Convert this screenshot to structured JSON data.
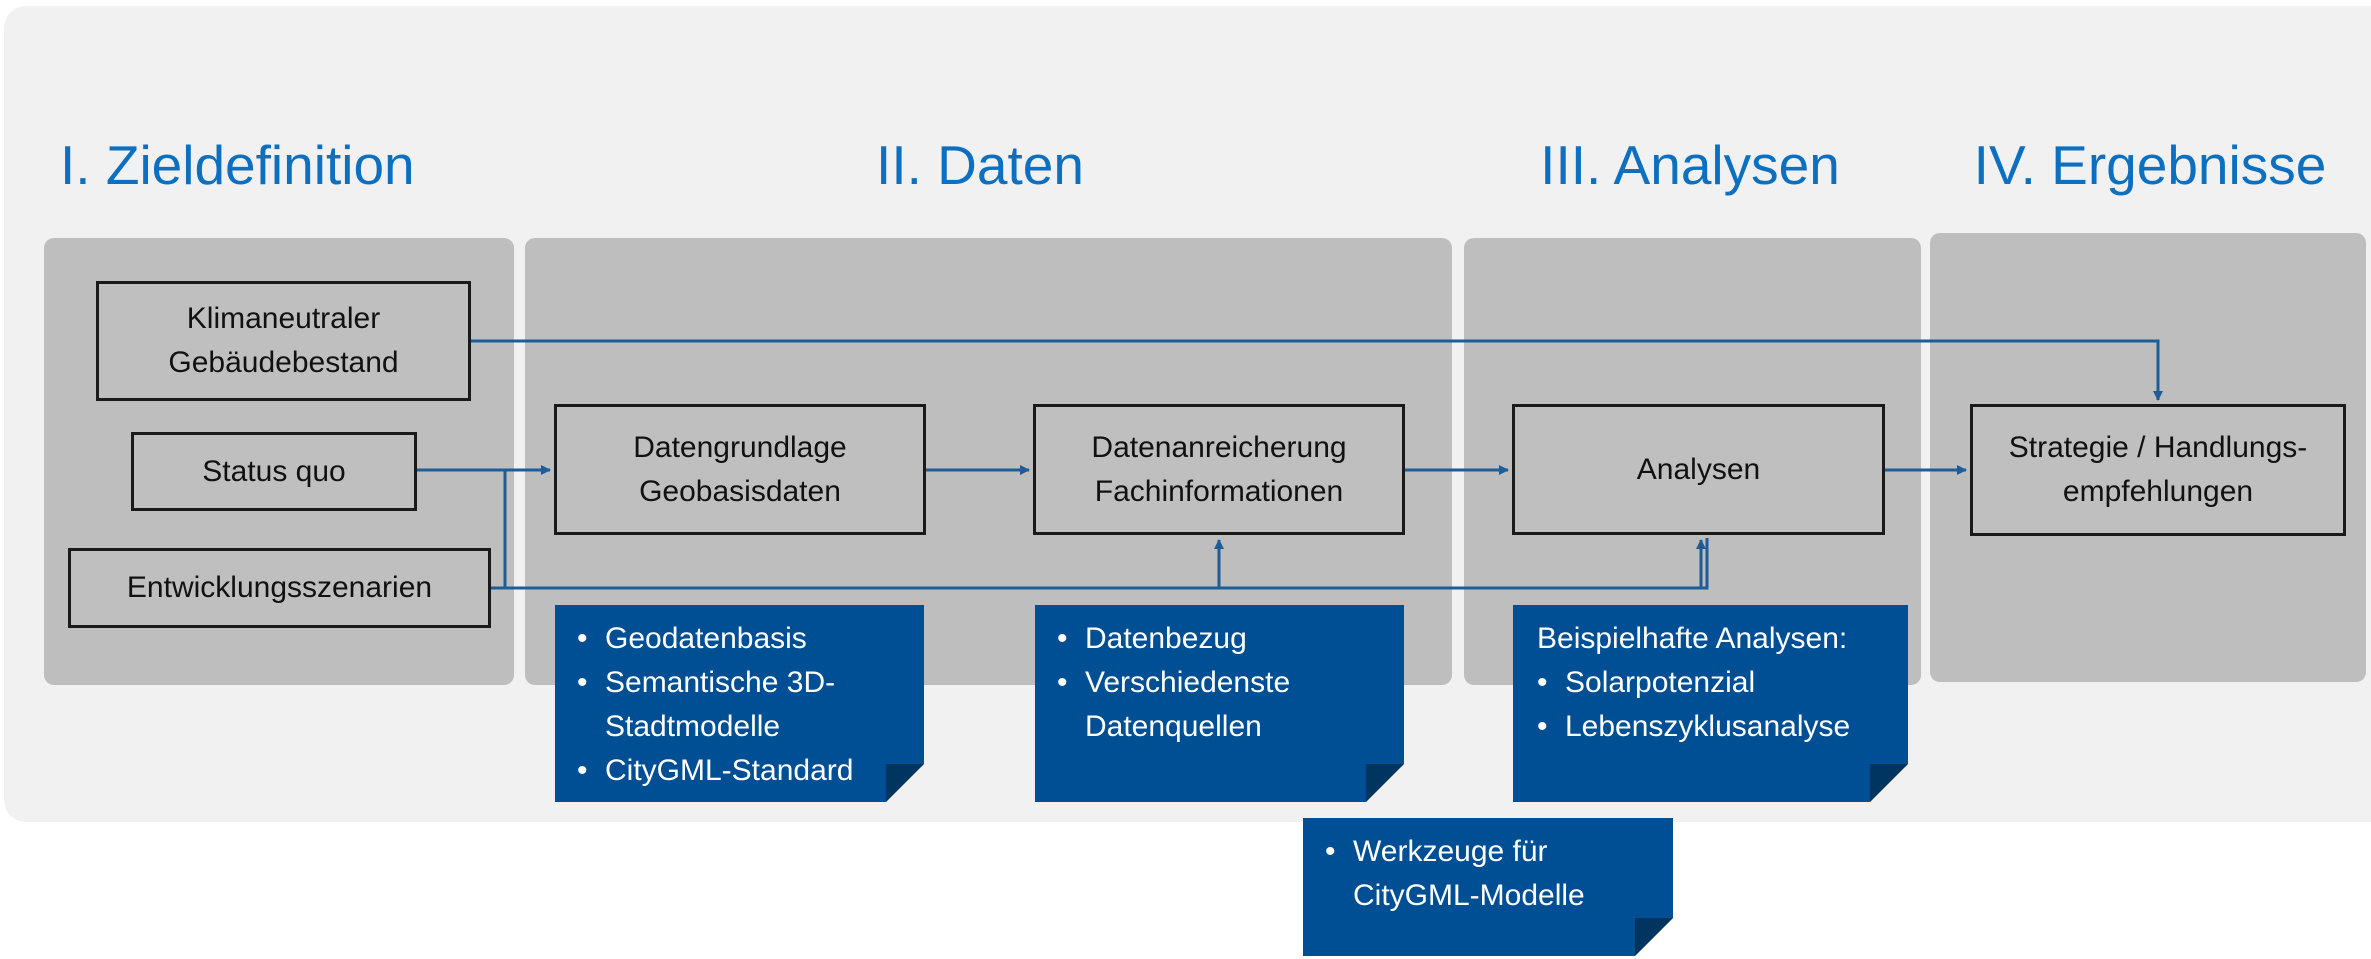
{
  "headings": {
    "zieldefinition": "I. Zieldefinition",
    "daten": "II. Daten",
    "analysen": "III. Analysen",
    "ergebnisse": "IV. Ergebnisse"
  },
  "boxes": {
    "klimaneutral": [
      "Klimaneutraler",
      "Gebäudebestand"
    ],
    "status_quo": [
      "Status quo"
    ],
    "entwicklung": [
      "Entwicklungsszenarien"
    ],
    "datengrundlage": [
      "Datengrundlage",
      "Geobasisdaten"
    ],
    "datenanreicherung": [
      "Datenanreicherung",
      "Fachinformationen"
    ],
    "analysen": [
      "Analysen"
    ],
    "strategie": [
      "Strategie / Handlungs-",
      "empfehlungen"
    ]
  },
  "notes": {
    "geodaten": {
      "items": [
        "Geodatenbasis",
        "Semantische 3D-Stadtmodelle",
        "CityGML-Standard"
      ]
    },
    "datenbezug": {
      "items": [
        "Datenbezug",
        "Verschiedenste Datenquellen"
      ]
    },
    "beispiele": {
      "intro": "Beispielhafte Analysen:",
      "items": [
        "Solarpotenzial",
        "Lebenszyklusanalyse"
      ]
    },
    "werkzeuge": {
      "items": [
        "Werkzeuge für CityGML-Modelle"
      ]
    }
  },
  "colors": {
    "heading": "#0d6fbf",
    "arrow": "#1f5d99",
    "note": "#004f94",
    "column": "#bebebe",
    "background": "#f1f1f1"
  }
}
